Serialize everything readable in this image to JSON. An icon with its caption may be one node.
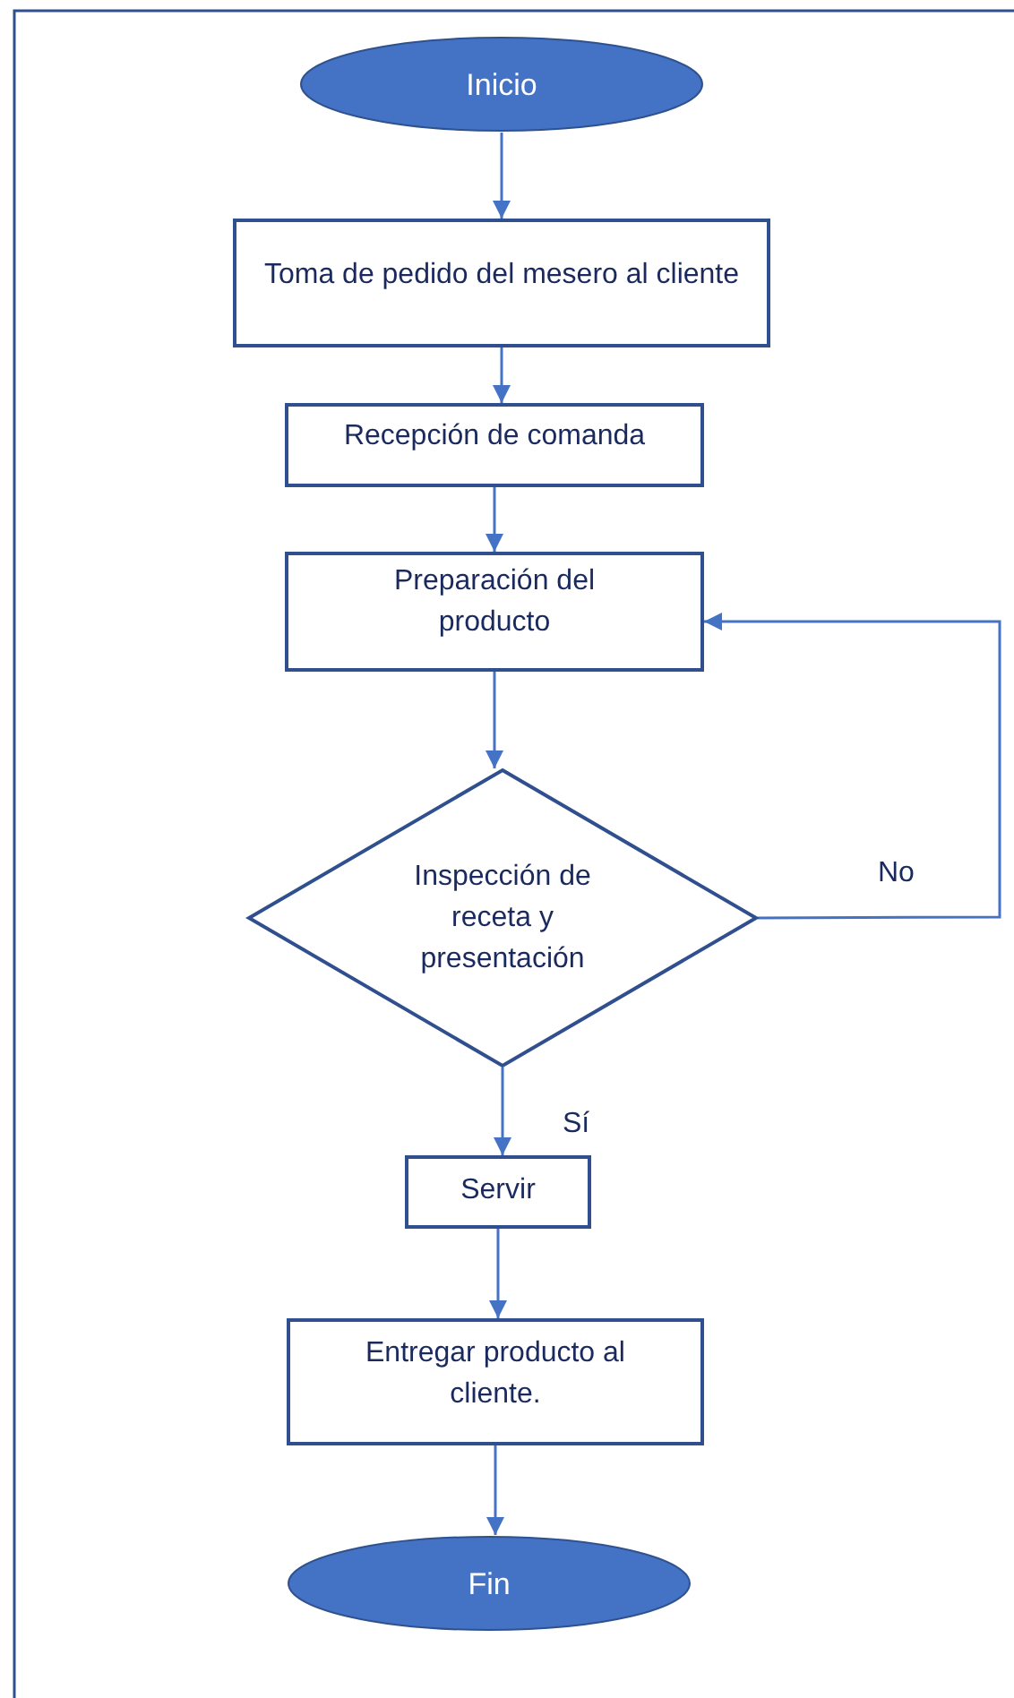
{
  "diagram": {
    "nodes": [
      {
        "text": [
          "Inicio"
        ]
      },
      {
        "text": [
          "Toma de pedido del mesero al cliente"
        ]
      },
      {
        "text": [
          "Recepción de comanda"
        ]
      },
      {
        "text": [
          "Preparación del producto"
        ]
      },
      {
        "text": [
          "Inspección de receta y presentación"
        ]
      },
      {
        "text": [
          "Servir"
        ]
      },
      {
        "text": [
          "Entregar producto al cliente."
        ]
      },
      {
        "text": [
          "Fin"
        ]
      }
    ],
    "edges": [
      {
        "from": 0,
        "to": 1,
        "arrow": "to"
      },
      {
        "from": 1,
        "to": 2,
        "arrow": "to"
      },
      {
        "from": 2,
        "to": 3,
        "arrow": "to"
      },
      {
        "from": 3,
        "to": 4,
        "arrow": "to"
      },
      {
        "from": 4,
        "to": 3,
        "arrow": "to",
        "label": "No"
      },
      {
        "from": 4,
        "to": 5,
        "arrow": "to",
        "label": "Sí"
      },
      {
        "from": 5,
        "to": 6,
        "arrow": "to"
      },
      {
        "from": 6,
        "to": 7,
        "arrow": "to"
      }
    ]
  }
}
